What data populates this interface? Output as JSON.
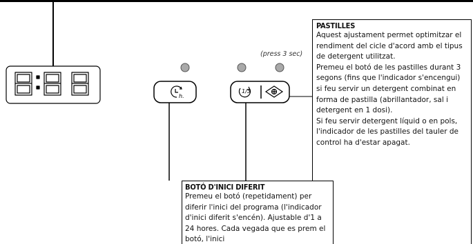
{
  "display": {
    "digits": "8:88"
  },
  "delay_button": {
    "icon": "clock-h-icon"
  },
  "tablet_button": {
    "icons": [
      "half-load-icon",
      "tablet-icon"
    ]
  },
  "press_note": "(press 3 sec)",
  "pastilles": {
    "title": "PASTILLES",
    "text": "Aquest ajustament permet optimitzar el rendiment del cicle d'acord amb el tipus de detergent utilitzat.\nPremeu el botó de les pastilles durant 3 segons (fins que l'indicador s'encengui) si feu servir un detergent combinat en forma de pastilla (abrillantador, sal i detergent en 1 dosi).\nSi feu servir detergent líquid o en pols, l'indicador de les pastilles del tauler de control ha d'estar apagat."
  },
  "diferit": {
    "title": "BOTÓ D'INICI DIFERIT",
    "text": "Premeu el botó (repetidament) per diferir l'inici del programa (l'indicador d'inici diferit s'encén). Ajustable d'1 a 24 hores. Cada vegada que es prem el botó, l'inici"
  },
  "colors": {
    "led": "#a9a9a9",
    "line": "#000000"
  }
}
